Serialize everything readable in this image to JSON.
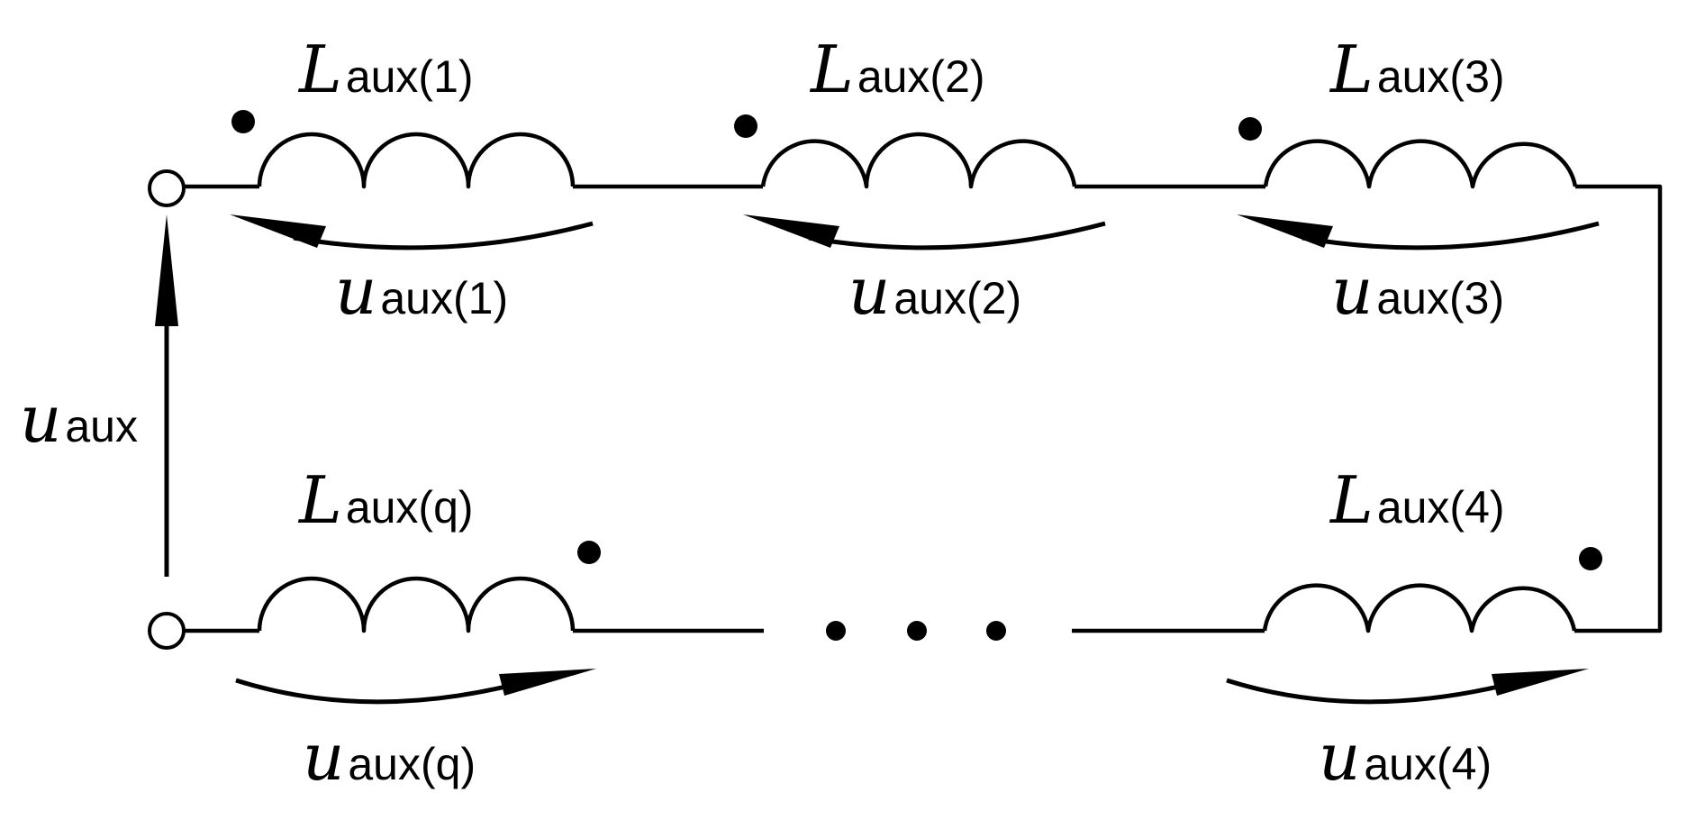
{
  "inductors": [
    {
      "symbol": "L",
      "subscript": "aux(1)",
      "voltage_symbol": "u",
      "voltage_subscript": "aux(1)"
    },
    {
      "symbol": "L",
      "subscript": "aux(2)",
      "voltage_symbol": "u",
      "voltage_subscript": "aux(2)"
    },
    {
      "symbol": "L",
      "subscript": "aux(3)",
      "voltage_symbol": "u",
      "voltage_subscript": "aux(3)"
    },
    {
      "symbol": "L",
      "subscript": "aux(4)",
      "voltage_symbol": "u",
      "voltage_subscript": "aux(4)"
    },
    {
      "symbol": "L",
      "subscript": "aux(q)",
      "voltage_symbol": "u",
      "voltage_subscript": "aux(q)"
    }
  ],
  "total_voltage": {
    "symbol": "u",
    "subscript": "aux"
  }
}
